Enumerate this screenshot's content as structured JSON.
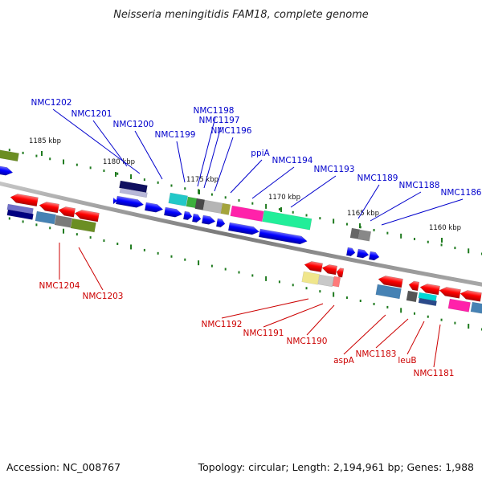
{
  "title": "Neisseria meningitidis FAM18, complete genome",
  "footer": {
    "accession": "Accession: NC_008767",
    "summary": "Topology: circular; Length: 2,194,961 bp; Genes: 1,988"
  },
  "colors": {
    "forward_label": "#0000cc",
    "reverse_label": "#cc0000",
    "forward_gene": "#0000ff",
    "reverse_gene": "#ff0000",
    "backbone": "#888888",
    "tick": "#1e7a1e"
  },
  "ticks": [
    {
      "label": "1185 kbp"
    },
    {
      "label": "1180 kbp"
    },
    {
      "label": "1175 kbp"
    },
    {
      "label": "1170 kbp"
    },
    {
      "label": "1165 kbp"
    },
    {
      "label": "1160 kbp"
    }
  ],
  "forward_labels": [
    {
      "text": "NMC1202"
    },
    {
      "text": "NMC1201"
    },
    {
      "text": "NMC1200"
    },
    {
      "text": "NMC1199"
    },
    {
      "text": "NMC1198"
    },
    {
      "text": "NMC1197"
    },
    {
      "text": "NMC1196"
    },
    {
      "text": "ppiA"
    },
    {
      "text": "NMC1194"
    },
    {
      "text": "NMC1193"
    },
    {
      "text": "NMC1189"
    },
    {
      "text": "NMC1188"
    },
    {
      "text": "NMC1186"
    }
  ],
  "reverse_labels": [
    {
      "text": "NMC1204"
    },
    {
      "text": "NMC1203"
    },
    {
      "text": "NMC1192"
    },
    {
      "text": "NMC1191"
    },
    {
      "text": "NMC1190"
    },
    {
      "text": "aspA"
    },
    {
      "text": "NMC1183"
    },
    {
      "text": "leuB"
    },
    {
      "text": "NMC1181"
    }
  ]
}
